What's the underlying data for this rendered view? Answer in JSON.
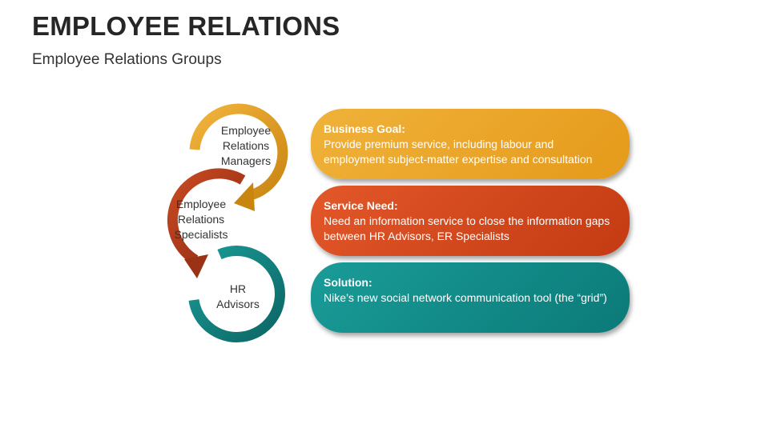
{
  "header": {
    "title": "EMPLOYEE RELATIONS",
    "subtitle": "Employee Relations Groups"
  },
  "rings": [
    {
      "label_lines": [
        "Employee",
        "Relations",
        "Managers"
      ],
      "color": "#e8a21c"
    },
    {
      "label_lines": [
        "Employee",
        "Relations",
        "Specialists"
      ],
      "color": "#b43c1c"
    },
    {
      "label_lines": [
        "HR",
        "Advisors"
      ],
      "color": "#127a78"
    }
  ],
  "cards": [
    {
      "heading": "Business Goal:",
      "body": "Provide premium service, including labour and employment subject-matter expertise and consultation",
      "color": "#e8a21c"
    },
    {
      "heading": "Service Need:",
      "body": "Need an information service to close the information gaps between HR Advisors, ER Specialists",
      "color": "#d04a1c"
    },
    {
      "heading": "Solution:",
      "body": "Nike’s new social network communication tool (the “grid”)",
      "color": "#138c88"
    }
  ]
}
